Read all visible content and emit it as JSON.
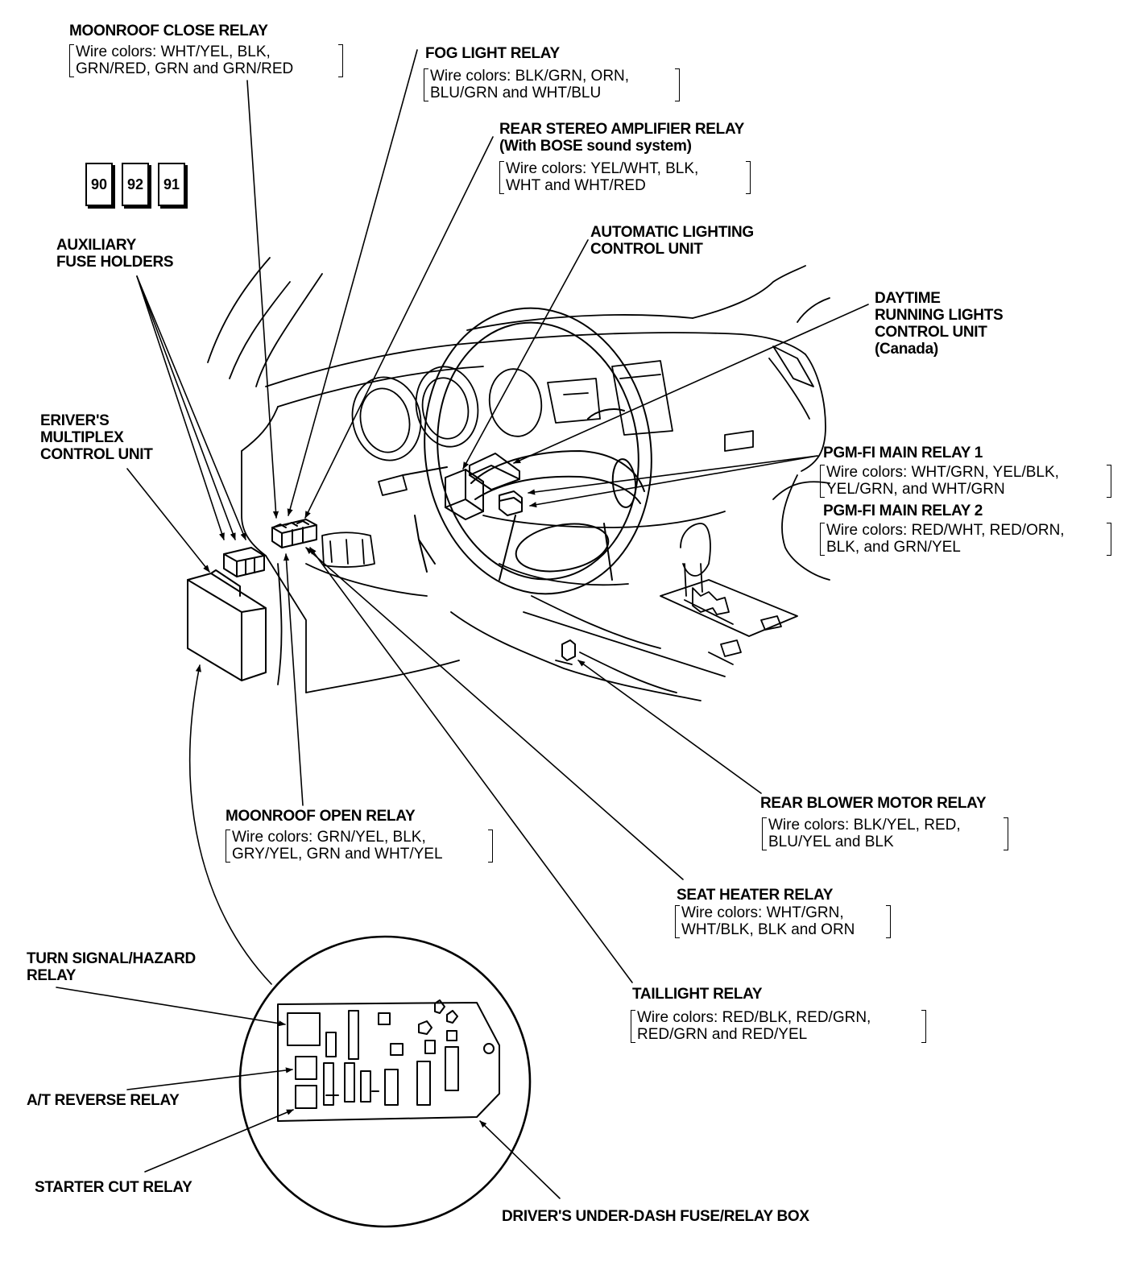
{
  "labels": {
    "moonroof_close_relay": {
      "title": [
        "MOONROOF CLOSE RELAY"
      ],
      "wire": [
        "Wire colors: WHT/YEL, BLK,",
        "GRN/RED, GRN and GRN/RED"
      ]
    },
    "fog_light_relay": {
      "title": [
        "FOG LIGHT RELAY"
      ],
      "wire": [
        "Wire colors: BLK/GRN, ORN,",
        "BLU/GRN and WHT/BLU"
      ]
    },
    "rear_stereo_amplifier_relay": {
      "title": [
        "REAR STEREO AMPLIFIER RELAY",
        "(With BOSE sound system)"
      ],
      "wire": [
        "Wire colors: YEL/WHT, BLK,",
        "WHT and WHT/RED"
      ]
    },
    "automatic_lighting_control_unit": {
      "title": [
        "AUTOMATIC LIGHTING",
        "CONTROL UNIT"
      ]
    },
    "daytime_running_lights_control_unit": {
      "title": [
        "DAYTIME",
        "RUNNING LIGHTS",
        "CONTROL UNIT",
        "(Canada)"
      ]
    },
    "auxiliary_fuse_holders": {
      "title": [
        "AUXILIARY",
        "FUSE HOLDERS"
      ]
    },
    "drivers_multiplex_control_unit": {
      "title": [
        "ERIVER'S",
        "MULTIPLEX",
        "CONTROL UNIT"
      ]
    },
    "pgm_fi_main_relay_1": {
      "title": [
        "PGM-FI MAIN RELAY 1"
      ],
      "wire": [
        "Wire colors: WHT/GRN, YEL/BLK,",
        "YEL/GRN, and WHT/GRN"
      ]
    },
    "pgm_fi_main_relay_2": {
      "title": [
        "PGM-FI MAIN RELAY 2"
      ],
      "wire": [
        "Wire colors: RED/WHT, RED/ORN,",
        "BLK, and GRN/YEL"
      ]
    },
    "moonroof_open_relay": {
      "title": [
        "MOONROOF OPEN RELAY"
      ],
      "wire": [
        "Wire colors: GRN/YEL, BLK,",
        "GRY/YEL, GRN and WHT/YEL"
      ]
    },
    "rear_blower_motor_relay": {
      "title": [
        "REAR BLOWER MOTOR RELAY"
      ],
      "wire": [
        "Wire colors: BLK/YEL, RED,",
        "BLU/YEL and BLK"
      ]
    },
    "seat_heater_relay": {
      "title": [
        "SEAT HEATER RELAY"
      ],
      "wire": [
        "Wire colors: WHT/GRN,",
        "WHT/BLK, BLK and ORN"
      ]
    },
    "taillight_relay": {
      "title": [
        "TAILLIGHT RELAY"
      ],
      "wire": [
        "Wire colors: RED/BLK, RED/GRN,",
        "RED/GRN and RED/YEL"
      ]
    },
    "turn_signal_hazard_relay": {
      "title": [
        "TURN SIGNAL/HAZARD",
        "RELAY"
      ]
    },
    "at_reverse_relay": {
      "title": [
        "A/T REVERSE RELAY"
      ]
    },
    "starter_cut_relay": {
      "title": [
        "STARTER CUT RELAY"
      ]
    },
    "drivers_under_dash_fuse_relay_box": {
      "title": [
        "DRIVER'S UNDER-DASH FUSE/RELAY BOX"
      ]
    }
  },
  "fuse_numbers": [
    "90",
    "92",
    "91"
  ]
}
